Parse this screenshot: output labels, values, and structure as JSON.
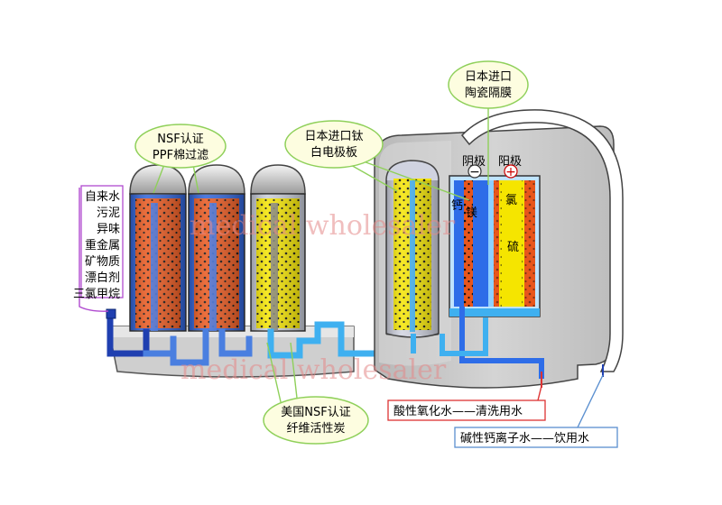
{
  "labels": {
    "source_water": [
      "自来水",
      "污泥",
      "异味",
      "重金属",
      "矿物质",
      "漂白剂",
      "三氯甲烷"
    ],
    "ppf_filter": [
      "NSF认证",
      "PPF棉过滤"
    ],
    "carbon_filter": [
      "美国NSF认证",
      "纤维活性炭"
    ],
    "titanium_electrode": [
      "日本进口钛",
      "白电极板"
    ],
    "ceramic_membrane": [
      "日本进口",
      "陶瓷隔膜"
    ],
    "cathode": "阴极",
    "anode": "阳极",
    "calcium": "钙",
    "magnesium": "镁",
    "chlorine": "氯",
    "sulfur": "硫",
    "acidic_water": "酸性氧化水——清洗用水",
    "alkaline_water": "碱性钙离子水——饮用水",
    "minus_symbol": "−",
    "plus_symbol": "+"
  },
  "watermark": "medical wholesaler",
  "colors": {
    "orange_media": "#e8561c",
    "yellow_media": "#f5e500",
    "blue_water": "#2e6de8",
    "light_blue": "#3fb0f0",
    "pipe_blue": "#4a7fe0",
    "housing_gray": "#c9c9c9",
    "callout_fill": "#fdfde0",
    "callout_border": "#8fd05a"
  }
}
